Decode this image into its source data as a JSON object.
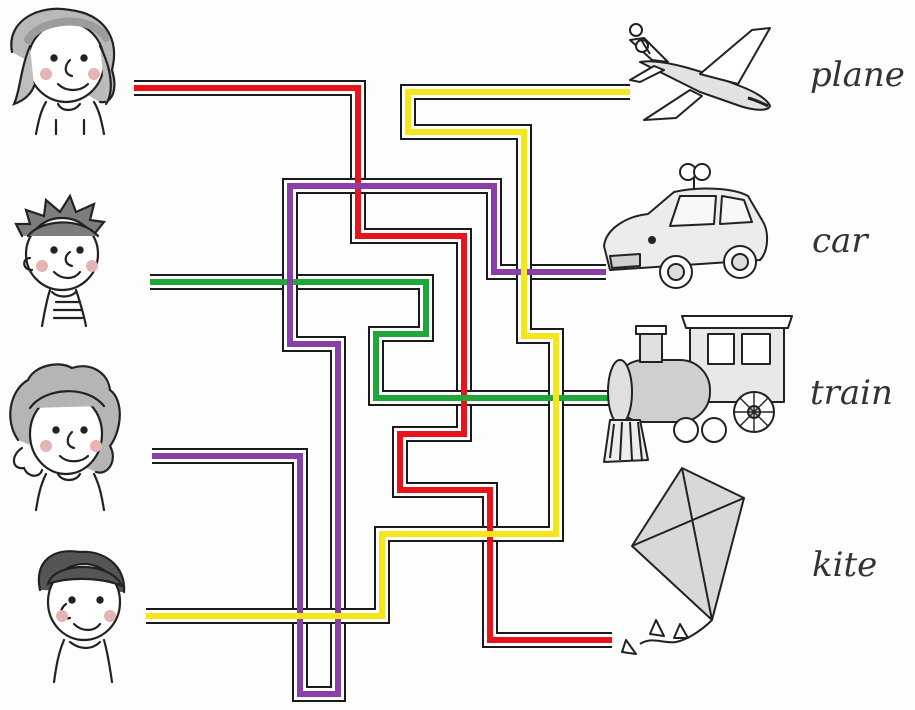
{
  "labels": {
    "plane": "plane",
    "car": "car",
    "train": "train",
    "kite": "kite"
  },
  "children": [
    {
      "id": "girl-1",
      "icon": "girl-headband-icon",
      "line_color": "red",
      "connects_to": "kite"
    },
    {
      "id": "boy-1",
      "icon": "boy-spiky-hair-icon",
      "line_color": "green",
      "connects_to": "train"
    },
    {
      "id": "girl-2",
      "icon": "girl-curly-hair-icon",
      "line_color": "purple",
      "connects_to": "car"
    },
    {
      "id": "boy-2",
      "icon": "boy-dark-hair-icon",
      "line_color": "yellow",
      "connects_to": "plane"
    }
  ],
  "toys": [
    {
      "id": "plane",
      "icon": "plane-icon"
    },
    {
      "id": "car",
      "icon": "toy-car-icon"
    },
    {
      "id": "train",
      "icon": "toy-train-icon"
    },
    {
      "id": "kite",
      "icon": "kite-icon"
    }
  ],
  "colors": {
    "red": "#e8141b",
    "green": "#1fa73a",
    "purple": "#8a3ea8",
    "yellow": "#f5e61a",
    "outline": "#1a1a1a"
  }
}
